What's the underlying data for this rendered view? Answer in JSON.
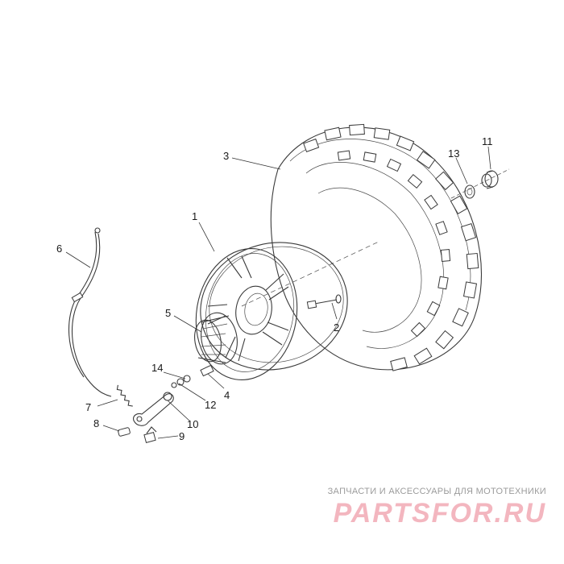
{
  "diagram": {
    "callouts": [
      "1",
      "2",
      "3",
      "4",
      "5",
      "6",
      "7",
      "8",
      "9",
      "10",
      "11",
      "12",
      "13",
      "14"
    ]
  },
  "watermark": {
    "tagline": "ЗАПЧАСТИ И АКСЕССУАРЫ ДЛЯ МОТОТЕХНИКИ",
    "logo": "PARTSFOR.RU"
  }
}
